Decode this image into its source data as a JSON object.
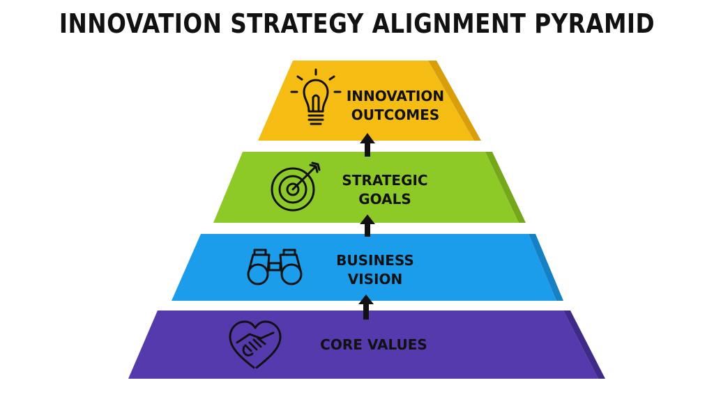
{
  "title": "INNOVATION STRATEGY ALIGNMENT PYRAMID",
  "levels": [
    {
      "lines": [
        "INNOVATION",
        "OUTCOMES"
      ],
      "color": "#F5BC14",
      "side": "#D89E0C",
      "icon": "lightbulb-icon"
    },
    {
      "lines": [
        "STRATEGIC",
        "GOALS"
      ],
      "color": "#8ECA27",
      "side": "#74A81A",
      "icon": "target-icon"
    },
    {
      "lines": [
        "BUSINESS",
        "VISION"
      ],
      "color": "#1C9DEC",
      "side": "#1580C4",
      "icon": "binoculars-icon"
    },
    {
      "lines": [
        "CORE VALUES"
      ],
      "color": "#553AAE",
      "side": "#3F2A88",
      "icon": "heart-handshake-icon"
    }
  ],
  "arrows": [
    "up",
    "up",
    "up"
  ]
}
